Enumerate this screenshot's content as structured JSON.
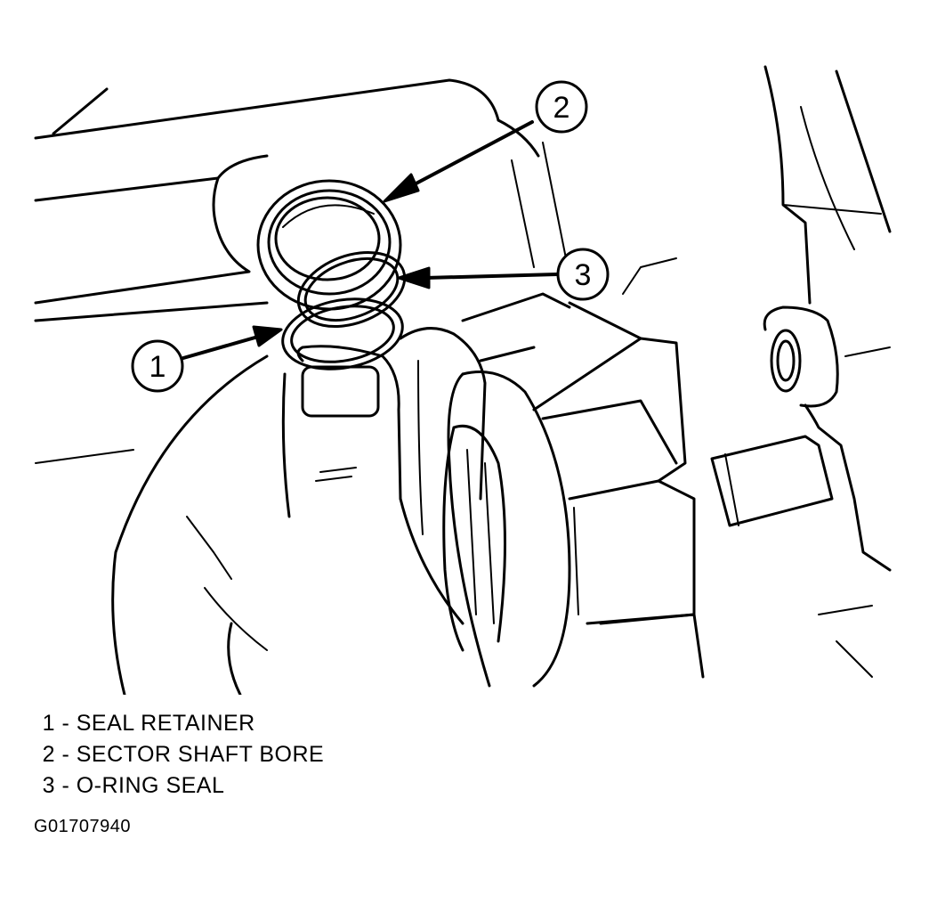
{
  "callouts": [
    {
      "number": "1",
      "label": "SEAL RETAINER"
    },
    {
      "number": "2",
      "label": "SECTOR SHAFT BORE"
    },
    {
      "number": "3",
      "label": "O-RING SEAL"
    }
  ],
  "legend": [
    {
      "number": "1",
      "separator": "-",
      "label": "SEAL RETAINER"
    },
    {
      "number": "2",
      "separator": "-",
      "label": "SECTOR SHAFT BORE"
    },
    {
      "number": "3",
      "separator": "-",
      "label": "O-RING SEAL"
    }
  ],
  "figure_id": "G01707940",
  "colors": {
    "ink": "#000000",
    "background": "#ffffff"
  }
}
